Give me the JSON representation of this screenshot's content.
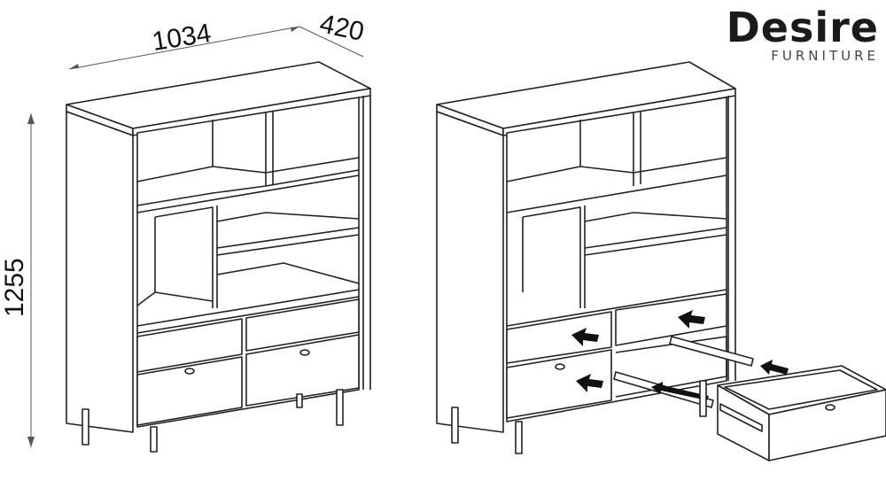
{
  "dimensions": {
    "width": "1034",
    "depth": "420",
    "height": "1255"
  },
  "logo": {
    "brand": "Desire",
    "subtitle": "FURNITURE"
  },
  "colors": {
    "line": "#222222",
    "background": "#ffffff"
  }
}
